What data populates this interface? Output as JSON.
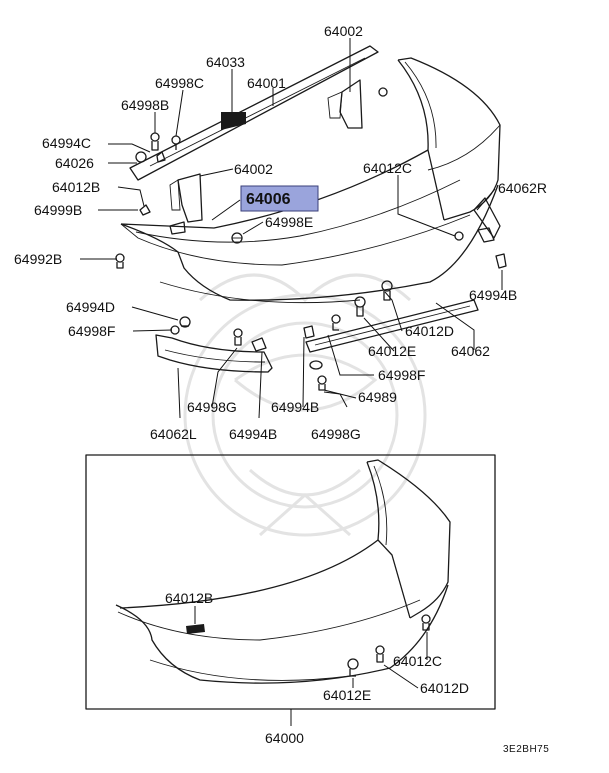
{
  "diagram": {
    "labels": {
      "l64002_top": "64002",
      "l64033": "64033",
      "l64998C": "64998C",
      "l64001": "64001",
      "l64998B": "64998B",
      "l64994C": "64994C",
      "l64026": "64026",
      "l64002_mid": "64002",
      "l64012B_upper": "64012B",
      "l64006": "64006",
      "l64999B": "64999B",
      "l64998E": "64998E",
      "l64992B": "64992B",
      "l64012C_upper": "64012C",
      "l64062R": "64062R",
      "l64994B_right": "64994B",
      "l64994D": "64994D",
      "l64998F_left": "64998F",
      "l64012D_upper": "64012D",
      "l64012E_upper": "64012E",
      "l64062": "64062",
      "l64998F_right": "64998F",
      "l64989": "64989",
      "l64998G_left": "64998G",
      "l64994B_mid": "64994B",
      "l64998G_right": "64998G",
      "l64062L": "64062L",
      "l64994B_low": "64994B",
      "l64012B_lower": "64012B",
      "l64012C_lower": "64012C",
      "l64012E_lower": "64012E",
      "l64012D_lower": "64012D",
      "l64000": "64000"
    },
    "diagram_code": "3E2BH75",
    "highlight_color": "#9aa4dc"
  }
}
